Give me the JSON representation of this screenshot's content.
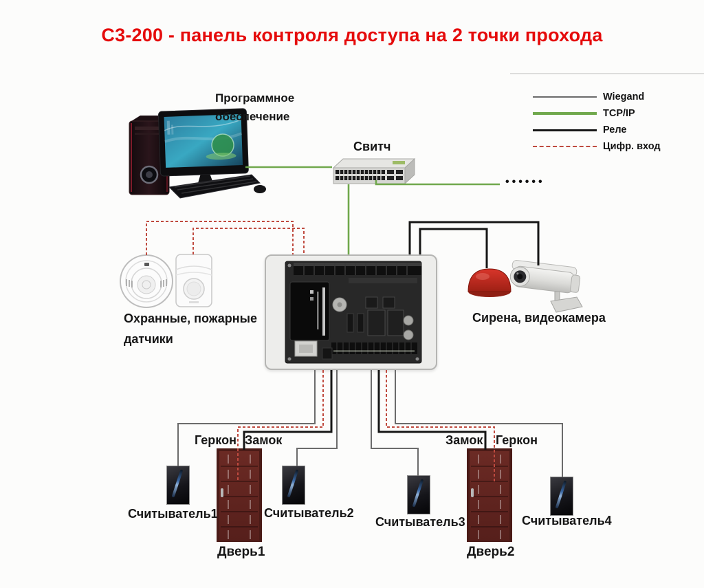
{
  "title": "С3-200 - панель контроля доступа на 2 точки прохода",
  "colors": {
    "title": "#e50b0b",
    "wiegand": "#6b6b6b",
    "tcpip": "#70a84c",
    "relay": "#161616",
    "digital": "#bf4a3f"
  },
  "legend": {
    "items": [
      {
        "label": "Wiegand"
      },
      {
        "label": "TCP/IP"
      },
      {
        "label": "Реле"
      },
      {
        "label": "Цифр. вход"
      }
    ]
  },
  "nodes": {
    "software": {
      "line1": "Программное",
      "line2": "обеспечение"
    },
    "switch": {
      "label": "Свитч"
    },
    "network_more": {
      "dots": "••••••"
    },
    "sensors": {
      "line1": "Охранные, пожарные",
      "line2": "датчики"
    },
    "siren_camera": {
      "label": "Сирена, видеокамера"
    },
    "door1": {
      "label": "Дверь1",
      "left_label": "Геркон",
      "right_label": "Замок"
    },
    "door2": {
      "label": "Дверь2",
      "left_label": "Замок",
      "right_label": "Геркон"
    }
  },
  "readers": [
    {
      "label": "Считыватель1"
    },
    {
      "label": "Считыватель2"
    },
    {
      "label": "Считыватель3"
    },
    {
      "label": "Считыватель4"
    }
  ]
}
